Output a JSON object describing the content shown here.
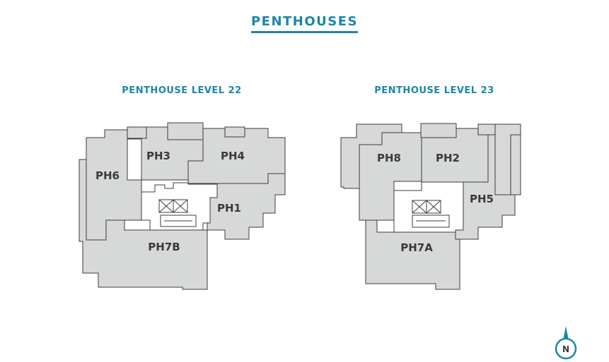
{
  "page_title": "PENTHOUSES",
  "levels": [
    {
      "label": "PENTHOUSE LEVEL 22",
      "units": [
        "PH3",
        "PH4",
        "PH6",
        "PH1",
        "PH7B"
      ]
    },
    {
      "label": "PENTHOUSE LEVEL 23",
      "units": [
        "PH8",
        "PH2",
        "PH5",
        "PH7A"
      ]
    }
  ],
  "compass": {
    "label": "N"
  },
  "colors": {
    "accent": "#1a87a8",
    "unit_fill": "#d7d8d8",
    "outline": "#3c3c3c"
  }
}
